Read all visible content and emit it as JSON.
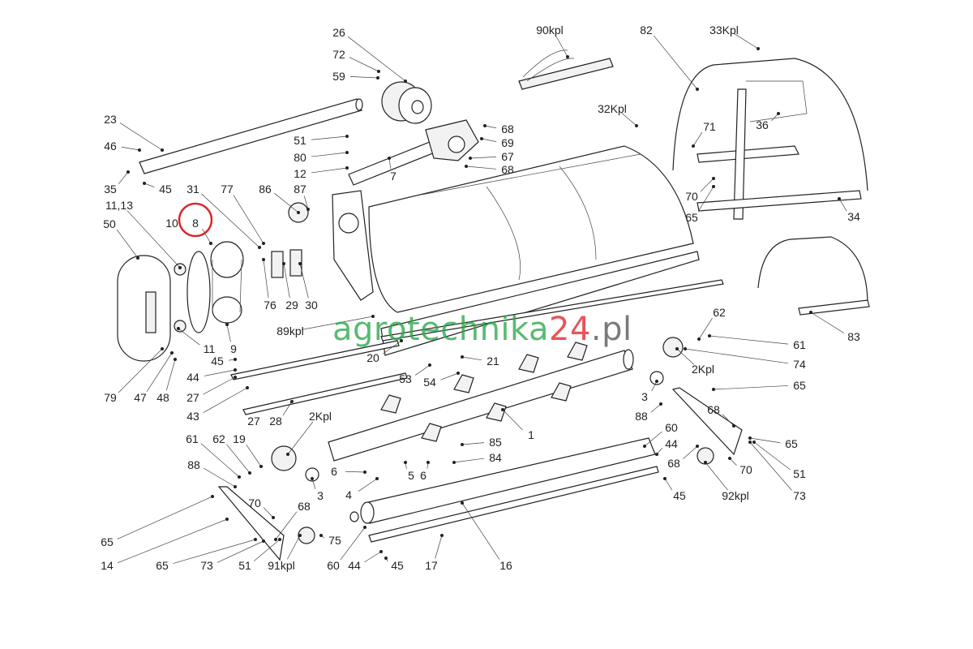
{
  "diagram": {
    "title": "Exploded parts diagram - mulcher",
    "highlight_color": "#d9262a",
    "highlighted_part": "8",
    "watermark": {
      "part1": "agrotechnika",
      "part2": "24",
      "part3": ".pl"
    },
    "callouts": [
      "26",
      "72",
      "59",
      "90kpl",
      "82",
      "33Kpl",
      "23",
      "46",
      "51",
      "80",
      "12",
      "32Kpl",
      "68",
      "69",
      "67",
      "68",
      "7",
      "71",
      "36",
      "35",
      "45",
      "31",
      "77",
      "86",
      "87",
      "11,13",
      "10",
      "8",
      "50",
      "70",
      "65",
      "34",
      "76",
      "29",
      "30",
      "89kpl",
      "11",
      "9",
      "62",
      "83",
      "61",
      "20",
      "21",
      "45",
      "74",
      "2Kpl",
      "53",
      "54",
      "44",
      "65",
      "27",
      "79",
      "47",
      "48",
      "3",
      "43",
      "68",
      "88",
      "27",
      "28",
      "2Kpl",
      "1",
      "60",
      "61",
      "62",
      "19",
      "44",
      "65",
      "85",
      "84",
      "88",
      "68",
      "70",
      "51",
      "6",
      "5",
      "6",
      "3",
      "4",
      "73",
      "92kpl",
      "45",
      "70",
      "68",
      "65",
      "75",
      "14",
      "65",
      "73",
      "51",
      "91kpl",
      "60",
      "44",
      "45",
      "17",
      "16"
    ]
  }
}
